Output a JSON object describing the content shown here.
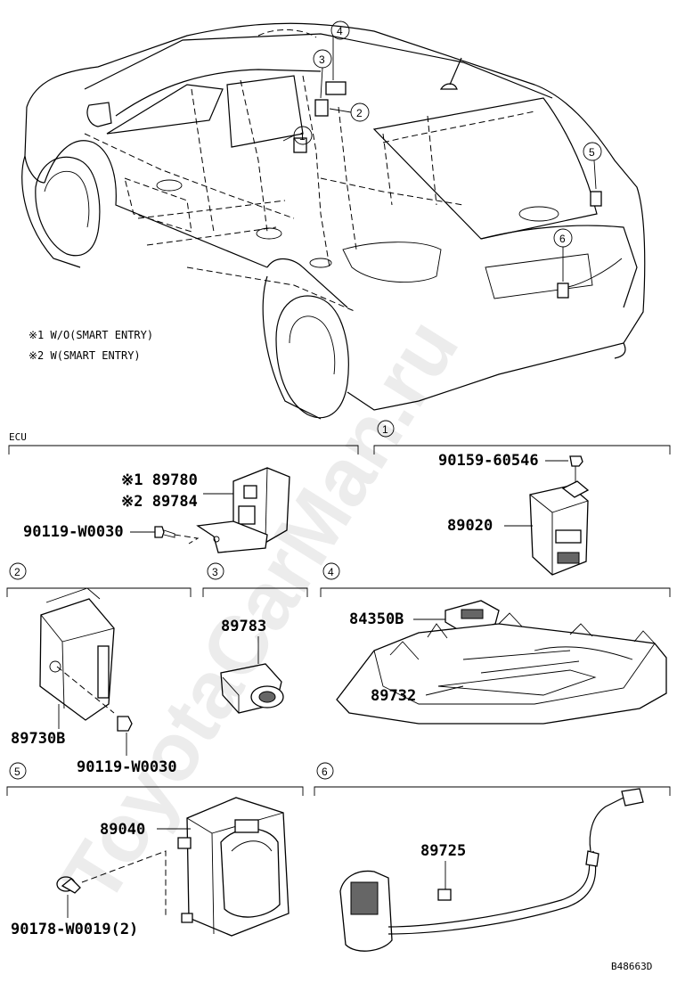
{
  "watermark": "ToyotaCarMan.ru",
  "figure_id": "B48663D",
  "notes": [
    {
      "mark": "※1",
      "text": "※1 W/O(SMART ENTRY)"
    },
    {
      "mark": "※2",
      "text": "※2 W(SMART ENTRY)"
    }
  ],
  "sections": [
    {
      "id": "ecu",
      "label": "ECU"
    },
    {
      "id": "s1",
      "num": "1"
    },
    {
      "id": "s2",
      "num": "2"
    },
    {
      "id": "s3",
      "num": "3"
    },
    {
      "id": "s4",
      "num": "4"
    },
    {
      "id": "s5",
      "num": "5"
    },
    {
      "id": "s6",
      "num": "6"
    }
  ],
  "car_callouts": [
    "1",
    "2",
    "3",
    "4",
    "5",
    "6"
  ],
  "parts": {
    "p89780": "※1 89780",
    "p89784": "※2 89784",
    "p90119a": "90119-W0030",
    "p90159": "90159-60546",
    "p89020": "89020",
    "p89783": "89783",
    "p84350B": "84350B",
    "p89732": "89732",
    "p89730B": "89730B",
    "p90119b": "90119-W0030",
    "p89040": "89040",
    "p90178": "90178-W0019(2)",
    "p89725": "89725"
  }
}
